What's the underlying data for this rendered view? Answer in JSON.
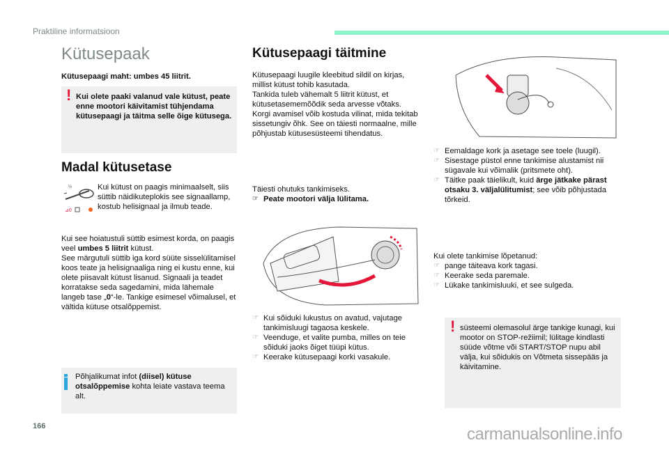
{
  "header": {
    "section": "Praktiline informatsioon"
  },
  "left": {
    "title": "Kütusepaak",
    "capacity": "Kütusepaagi maht: umbes 45 liitrit.",
    "warning": "Kui olete paaki valanud vale kütust, peate enne mootori käivitamist tühjendama kütusepaagi ja täitma selle õige kütusega.",
    "low_heading": "Madal kütusetase",
    "low_text": "Kui kütust on paagis minimaalselt, siis süttib näidikuteplokis see signaallamp, kostub helisignaal ja ilmub teade.",
    "para": {
      "p1": "Kui see hoiatustuli süttib esimest korda, on paagis veel ",
      "p1b": "umbes 5 liitrit",
      "p1c": " kütust.",
      "p2": "See märgutuli süttib iga kord süüte sisselülitamisel koos teate ja helisignaaliga ning ei kustu enne, kui olete piisavalt kütust lisanud. Signaali ja teadet korratakse seda sagedamini, mida lähemale langeb tase „",
      "p2b": "0",
      "p2c": "“-le. Tankige esimesel võimalusel, et vältida kütuse otsalõppemist."
    },
    "info": {
      "a": "Põhjalikumat infot ",
      "b": "(diisel) kütuse otsalõppemise",
      "c": " kohta leiate vastava teema alt."
    }
  },
  "middle": {
    "title": "Kütusepaagi täitmine",
    "intro": "Kütusepaagi luugile kleebitud sildil on kirjas, millist kütust tohib kasutada.\nTankida tuleb vähemalt 5 liitrit kütust, et kütusetasememõõdik seda arvesse võtaks.\nKorgi avamisel võib kostuda vilinat, mida tekitab sissetungiv õhk. See on täiesti normaalne, mille põhjustab kütusesüsteemi tihendatus.",
    "safety": "Täiesti ohutuks tankimiseks.",
    "safety_step": "Peate mootori välja lülitama.",
    "steps": [
      "Kui sõiduki lukustus on avatud, vajutage tankimisluugi tagaosa keskele.",
      "Veenduge, et valite pumba, milles on teie sõiduki jaoks õiget tüüpi kütus.",
      "Keerake kütusepaagi korki vasakule."
    ]
  },
  "right": {
    "steps": [
      "Eemaldage kork ja asetage see toele (luugil).",
      "Sisestage püstol enne tankimise alustamist nii sügavale kui võimalik (pritsmete oht)."
    ],
    "step3": {
      "a": "Täitke paak täielikult, kuid ",
      "b": "ärge jätkake pärast otsaku 3. väljalülitumist",
      "c": "; see võib põhjustada tõrkeid."
    },
    "finish_intro": "Kui olete tankimise lõpetanud:",
    "finish_steps": [
      "pange täiteava kork tagasi.",
      "Keerake seda paremale.",
      "Lükake tankimisluuki, et see sulgeda."
    ],
    "warning": "süsteemi olemasolul ärge tankige kunagi, kui mootor on STOP-režiimil; lülitage kindlasti süüde võtme või START/STOP nupu abil välja, kui sõidukis on Võtmeta sissepääs ja käivitamine."
  },
  "footer": {
    "page": "166",
    "watermark": "carmanualsonline.info"
  }
}
